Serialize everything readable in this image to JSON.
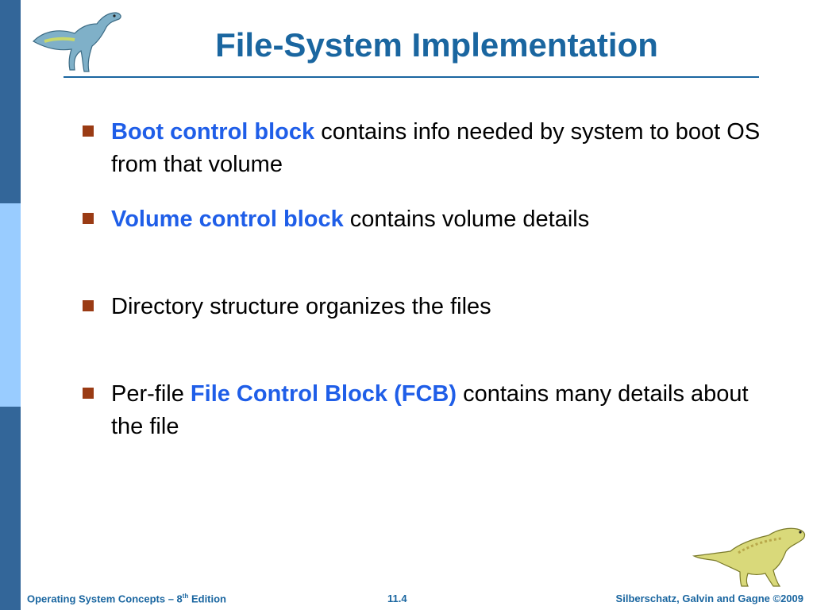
{
  "slide": {
    "title": "File-System Implementation"
  },
  "bullets": [
    {
      "highlight": "Boot control block",
      "text": " contains info needed by system to boot OS from that volume"
    },
    {
      "highlight": "Volume control block",
      "text": " contains volume details"
    },
    {
      "plain": "Directory structure organizes the files"
    },
    {
      "prefix": "Per-file ",
      "highlight": "File Control Block (FCB)",
      "text": " contains many details about the file"
    }
  ],
  "footer": {
    "left_pre": "Operating System Concepts – 8",
    "left_sup": "th",
    "left_post": " Edition",
    "center": "11.4",
    "right": "Silberschatz, Galvin and Gagne ©2009"
  },
  "colors": {
    "title": "#1a66a0",
    "highlight": "#1f5ee8",
    "bullet_marker": "#9a3b14",
    "side_bar_dark": "#336699",
    "side_bar_light": "#99ccff"
  }
}
